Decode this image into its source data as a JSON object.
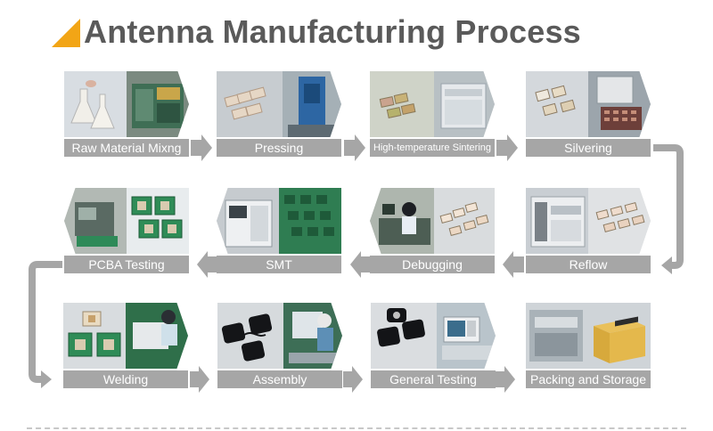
{
  "title": "Antenna Manufacturing Process",
  "steps": [
    {
      "label": "Raw Material Mixng",
      "icon": "lab-flask-photo"
    },
    {
      "label": "Pressing",
      "icon": "ceramic-blocks-photo"
    },
    {
      "label": "High-temperature Sintering",
      "icon": "sintering-furnace-photo"
    },
    {
      "label": "Silvering",
      "icon": "silvered-patch-photo"
    },
    {
      "label": "Reflow",
      "icon": "reflow-oven-photo"
    },
    {
      "label": "Debugging",
      "icon": "debugging-workstation-photo"
    },
    {
      "label": "SMT",
      "icon": "smt-machine-photo"
    },
    {
      "label": "PCBA Testing",
      "icon": "pcba-board-photo"
    },
    {
      "label": "Welding",
      "icon": "welding-photo"
    },
    {
      "label": "Assembly",
      "icon": "assembly-photo"
    },
    {
      "label": "General Testing",
      "icon": "general-testing-photo"
    },
    {
      "label": "Packing and Storage",
      "icon": "packing-box-photo"
    }
  ]
}
